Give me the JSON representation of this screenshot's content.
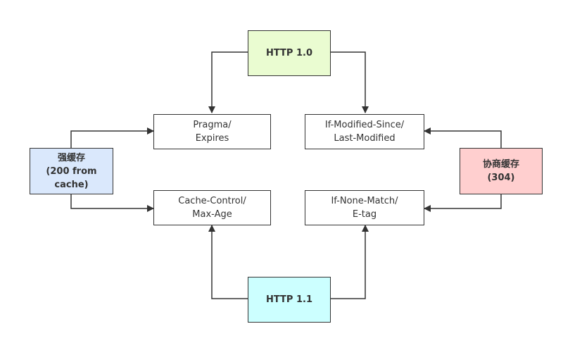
{
  "nodes": {
    "http10": {
      "label": "HTTP 1.0",
      "fill": "#eafcd1"
    },
    "http11": {
      "label": "HTTP 1.1",
      "fill": "#ccffff"
    },
    "strong_cache": {
      "label": "强缓存\n(200 from\ncache)",
      "fill": "#dae8fc"
    },
    "negotiated_cache": {
      "label": "协商缓存\n(304)",
      "fill": "#ffcfcf"
    },
    "pragma_expires": {
      "label": "Pragma/\nExpires",
      "fill": "#ffffff"
    },
    "if_modified_since": {
      "label": "If-Modified-Since/\nLast-Modified",
      "fill": "#ffffff"
    },
    "cache_control": {
      "label": "Cache-Control/\nMax-Age",
      "fill": "#ffffff"
    },
    "if_none_match": {
      "label": "If-None-Match/\nE-tag",
      "fill": "#ffffff"
    }
  },
  "colors": {
    "stroke": "#333333",
    "text": "#333333"
  }
}
